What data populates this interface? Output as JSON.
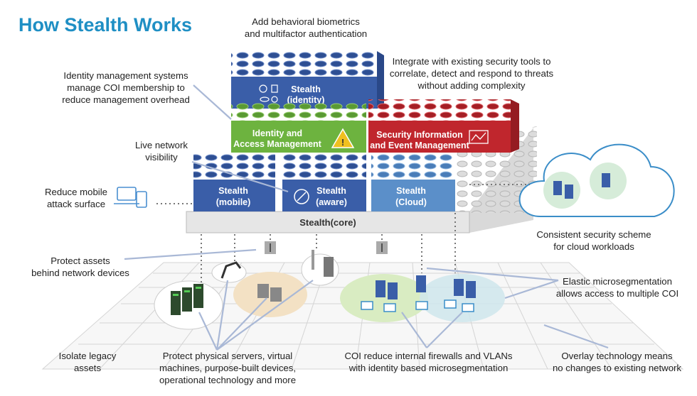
{
  "title": "How Stealth Works",
  "callouts": {
    "biometrics": [
      "Add behavioral biometrics",
      "and multifactor authentication"
    ],
    "integrate": [
      "Integrate with existing security tools to",
      "correlate, detect and respond to threats",
      "without adding complexity"
    ],
    "identity_mgmt": [
      "Identity management systems",
      "manage COI membership to",
      "reduce management overhead"
    ],
    "live_network": [
      "Live network",
      "visibility"
    ],
    "mobile_attack": [
      "Reduce mobile",
      "attack surface"
    ],
    "cloud": [
      "Consistent security scheme",
      "for cloud workloads"
    ],
    "protect_assets": [
      "Protect assets",
      "behind network devices"
    ],
    "elastic": [
      "Elastic microsegmentation",
      "allows access to multiple COI"
    ],
    "legacy": [
      "Isolate legacy",
      "assets"
    ],
    "servers": [
      "Protect physical servers, virtual",
      "machines, purpose-built devices,",
      "operational technology and more"
    ],
    "coi": [
      "COI reduce internal firewalls and VLANs",
      "with identity based microsegmentation"
    ],
    "overlay": [
      "Overlay technology means",
      "no changes to existing network"
    ]
  },
  "blocks": {
    "identity": [
      "Stealth",
      "(identity)"
    ],
    "iam": [
      "Identity and",
      "Access Management"
    ],
    "siem": [
      "Security Information",
      "and Event Management"
    ],
    "mobile": [
      "Stealth",
      "(mobile)"
    ],
    "aware": [
      "Stealth",
      "(aware)"
    ],
    "cloud": [
      "Stealth",
      "(Cloud)"
    ],
    "core": "Stealth(core)"
  },
  "colors": {
    "title": "#1f8fc4",
    "blue_block": "#3a5ea8",
    "light_blue_block": "#5b8fc9",
    "green_block": "#6db33f",
    "red_block": "#c0262d",
    "core_base": "#e6e6e6",
    "callout_line": "#a9b8d6"
  },
  "icons": [
    "biometric-icon",
    "warning-icon",
    "monitor-chart-icon",
    "compass-icon",
    "mobile-device-icon",
    "cloud-icon",
    "server-rack-icon",
    "robot-arm-icon",
    "router-icon",
    "medical-device-icon",
    "virtual-server-icon",
    "workstation-icon"
  ]
}
